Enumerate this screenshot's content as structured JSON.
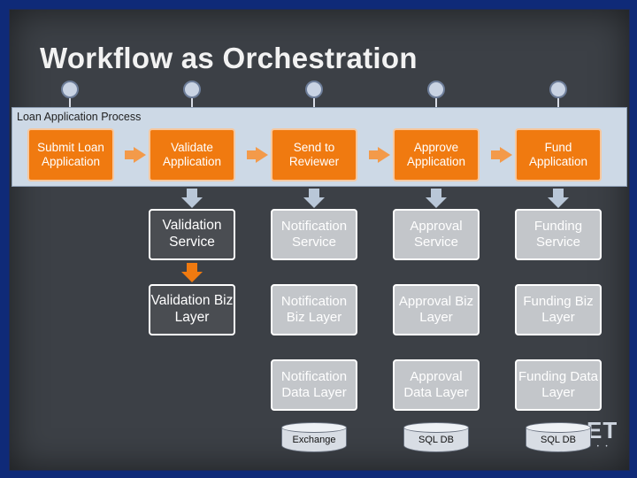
{
  "title": "Workflow as Orchestration",
  "process_label": "Loan Application Process",
  "process_steps": [
    "Submit Loan Application",
    "Validate Application",
    "Send to Reviewer",
    "Approve Application",
    "Fund Application"
  ],
  "services": [
    "Validation Service",
    "Notification Service",
    "Approval Service",
    "Funding Service"
  ],
  "biz_layers": [
    "Validation Biz Layer",
    "Notification Biz Layer",
    "Approval Biz Layer",
    "Funding Biz Layer"
  ],
  "data_layers": [
    "Notification Data Layer",
    "Approval Data Layer",
    "Funding Data Layer"
  ],
  "datastores": [
    "Exchange",
    "SQL DB",
    "SQL DB"
  ],
  "logo_text": "ET",
  "colors": {
    "step_orange": "#f07a10",
    "layer_gray": "#c3c6ca",
    "highlight_dark": "#4a4d52",
    "background": "#3c4046",
    "border_blue": "#0f2a78"
  }
}
